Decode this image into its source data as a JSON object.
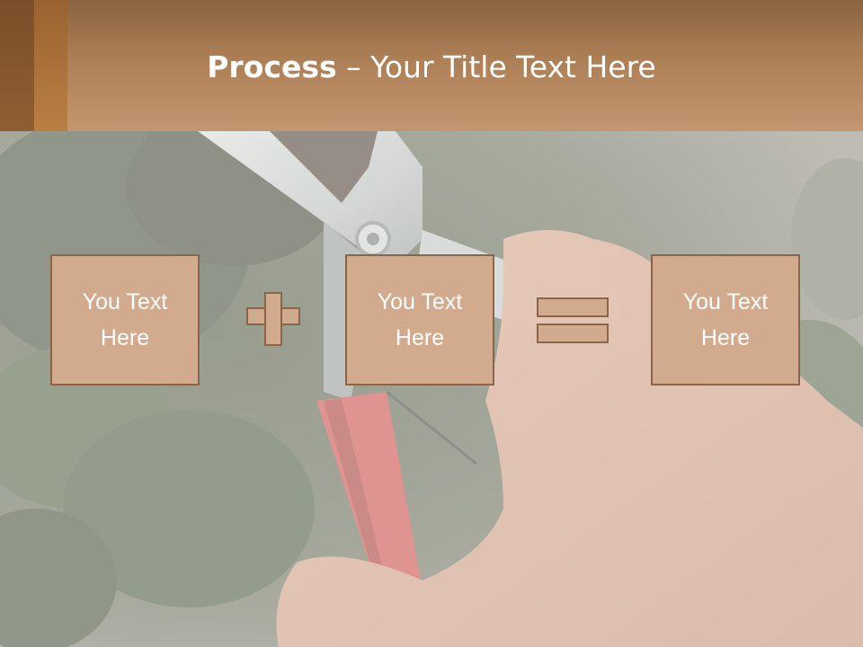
{
  "title": {
    "bold": "Process",
    "rest": " – Your Title Text Here"
  },
  "process": {
    "box1": "You Text Here",
    "box2": "You Text Here",
    "box3": "You Text Here"
  },
  "icons": {
    "operator1": "plus-icon",
    "operator2": "equals-icon"
  },
  "colors": {
    "header": "#ad7f56",
    "box_fill": "#d2ab8e",
    "box_border": "#8b6548"
  }
}
